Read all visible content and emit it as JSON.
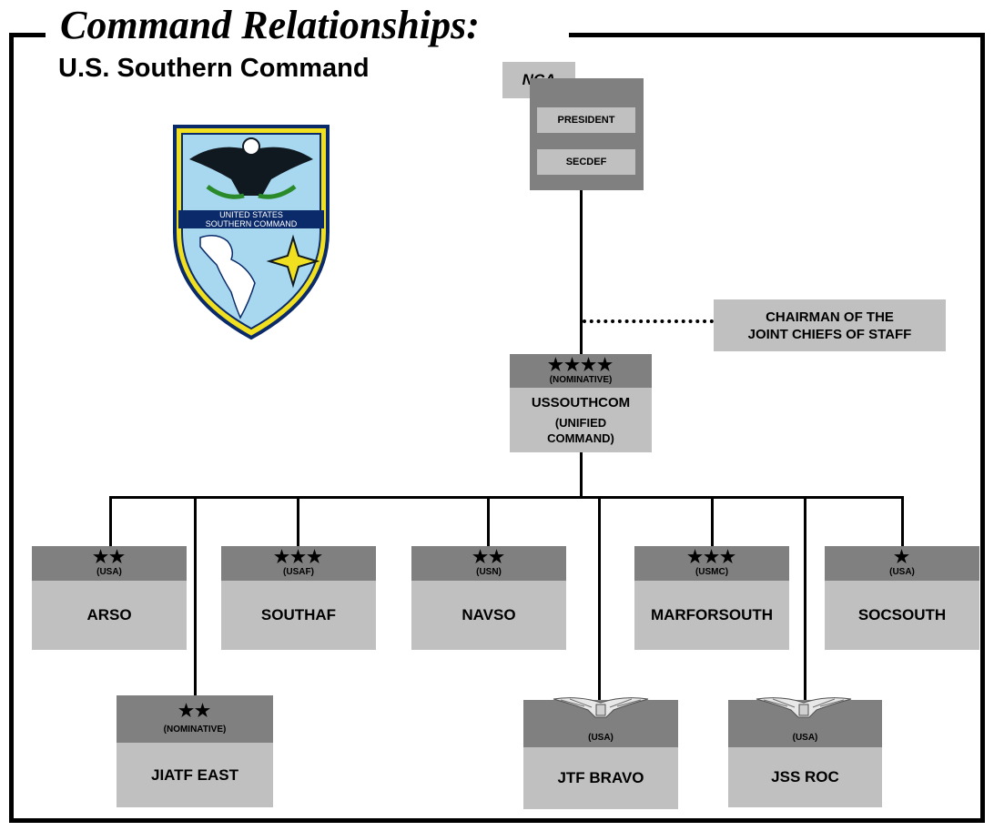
{
  "title": "Command Relationships:",
  "subtitle": "U.S. Southern Command",
  "emblem": {
    "line1": "UNITED STATES",
    "line2": "SOUTHERN COMMAND"
  },
  "nca": {
    "tab": "NCA",
    "president": "PRESIDENT",
    "secdef": "SECDEF"
  },
  "cjcs": {
    "line1": "CHAIRMAN OF THE",
    "line2": "JOINT CHIEFS OF STAFF"
  },
  "ussouthcom": {
    "stars": "★★★★",
    "rank": "(NOMINATIVE)",
    "name": "USSOUTHCOM",
    "type1": "(UNIFIED",
    "type2": "COMMAND)"
  },
  "components": [
    {
      "stars": "★★",
      "service": "(USA)",
      "name": "ARSO"
    },
    {
      "stars": "★★★",
      "service": "(USAF)",
      "name": "SOUTHAF"
    },
    {
      "stars": "★★",
      "service": "(USN)",
      "name": "NAVSO"
    },
    {
      "stars": "★★★",
      "service": "(USMC)",
      "name": "MARFORSOUTH"
    },
    {
      "stars": "★",
      "service": "(USA)",
      "name": "SOCSOUTH"
    }
  ],
  "lower": [
    {
      "stars": "★★",
      "service": "(NOMINATIVE)",
      "name": "JIATF EAST",
      "insignia": "stars"
    },
    {
      "stars": "",
      "service": "(USA)",
      "name": "JTF BRAVO",
      "insignia": "eagle-icon"
    },
    {
      "stars": "",
      "service": "(USA)",
      "name": "JSS ROC",
      "insignia": "eagle-icon"
    }
  ],
  "colors": {
    "dark_gray": "#808080",
    "light_gray": "#c0c0c0",
    "shield_blue": "#a8d8f0",
    "shield_yellow": "#f0e020",
    "shield_navy": "#0a2a6a"
  }
}
